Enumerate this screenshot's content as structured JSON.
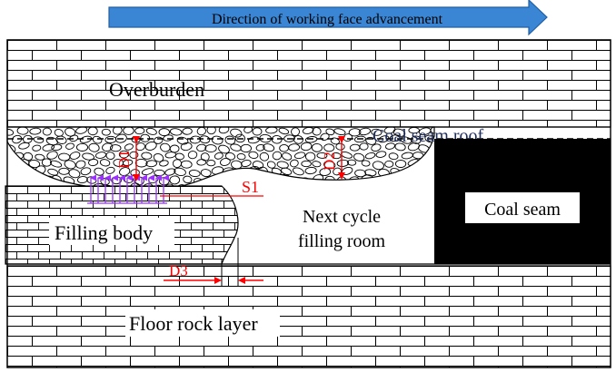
{
  "arrow": {
    "label": "Direction of working face advancement"
  },
  "labels": {
    "overburden": "Overburden",
    "coal_seam_roof": "Coal seam roof",
    "coal_seam": "Coal seam",
    "filling_body": "Filling body",
    "next_cycle_line1": "Next cycle",
    "next_cycle_line2": "filling room",
    "floor_rock_layer": "Floor rock layer",
    "d1": "D1",
    "d2": "D2",
    "d3": "D3",
    "s1": "S1"
  },
  "colors": {
    "arrow_fill": "#3a86d4",
    "arrow_stroke": "#1f5fa6",
    "annotation_red": "#ff0000",
    "stress_purple": "#9b30ff",
    "roof_label": "#1f2d5a",
    "coal_black": "#000000",
    "brick_line": "#000000"
  }
}
